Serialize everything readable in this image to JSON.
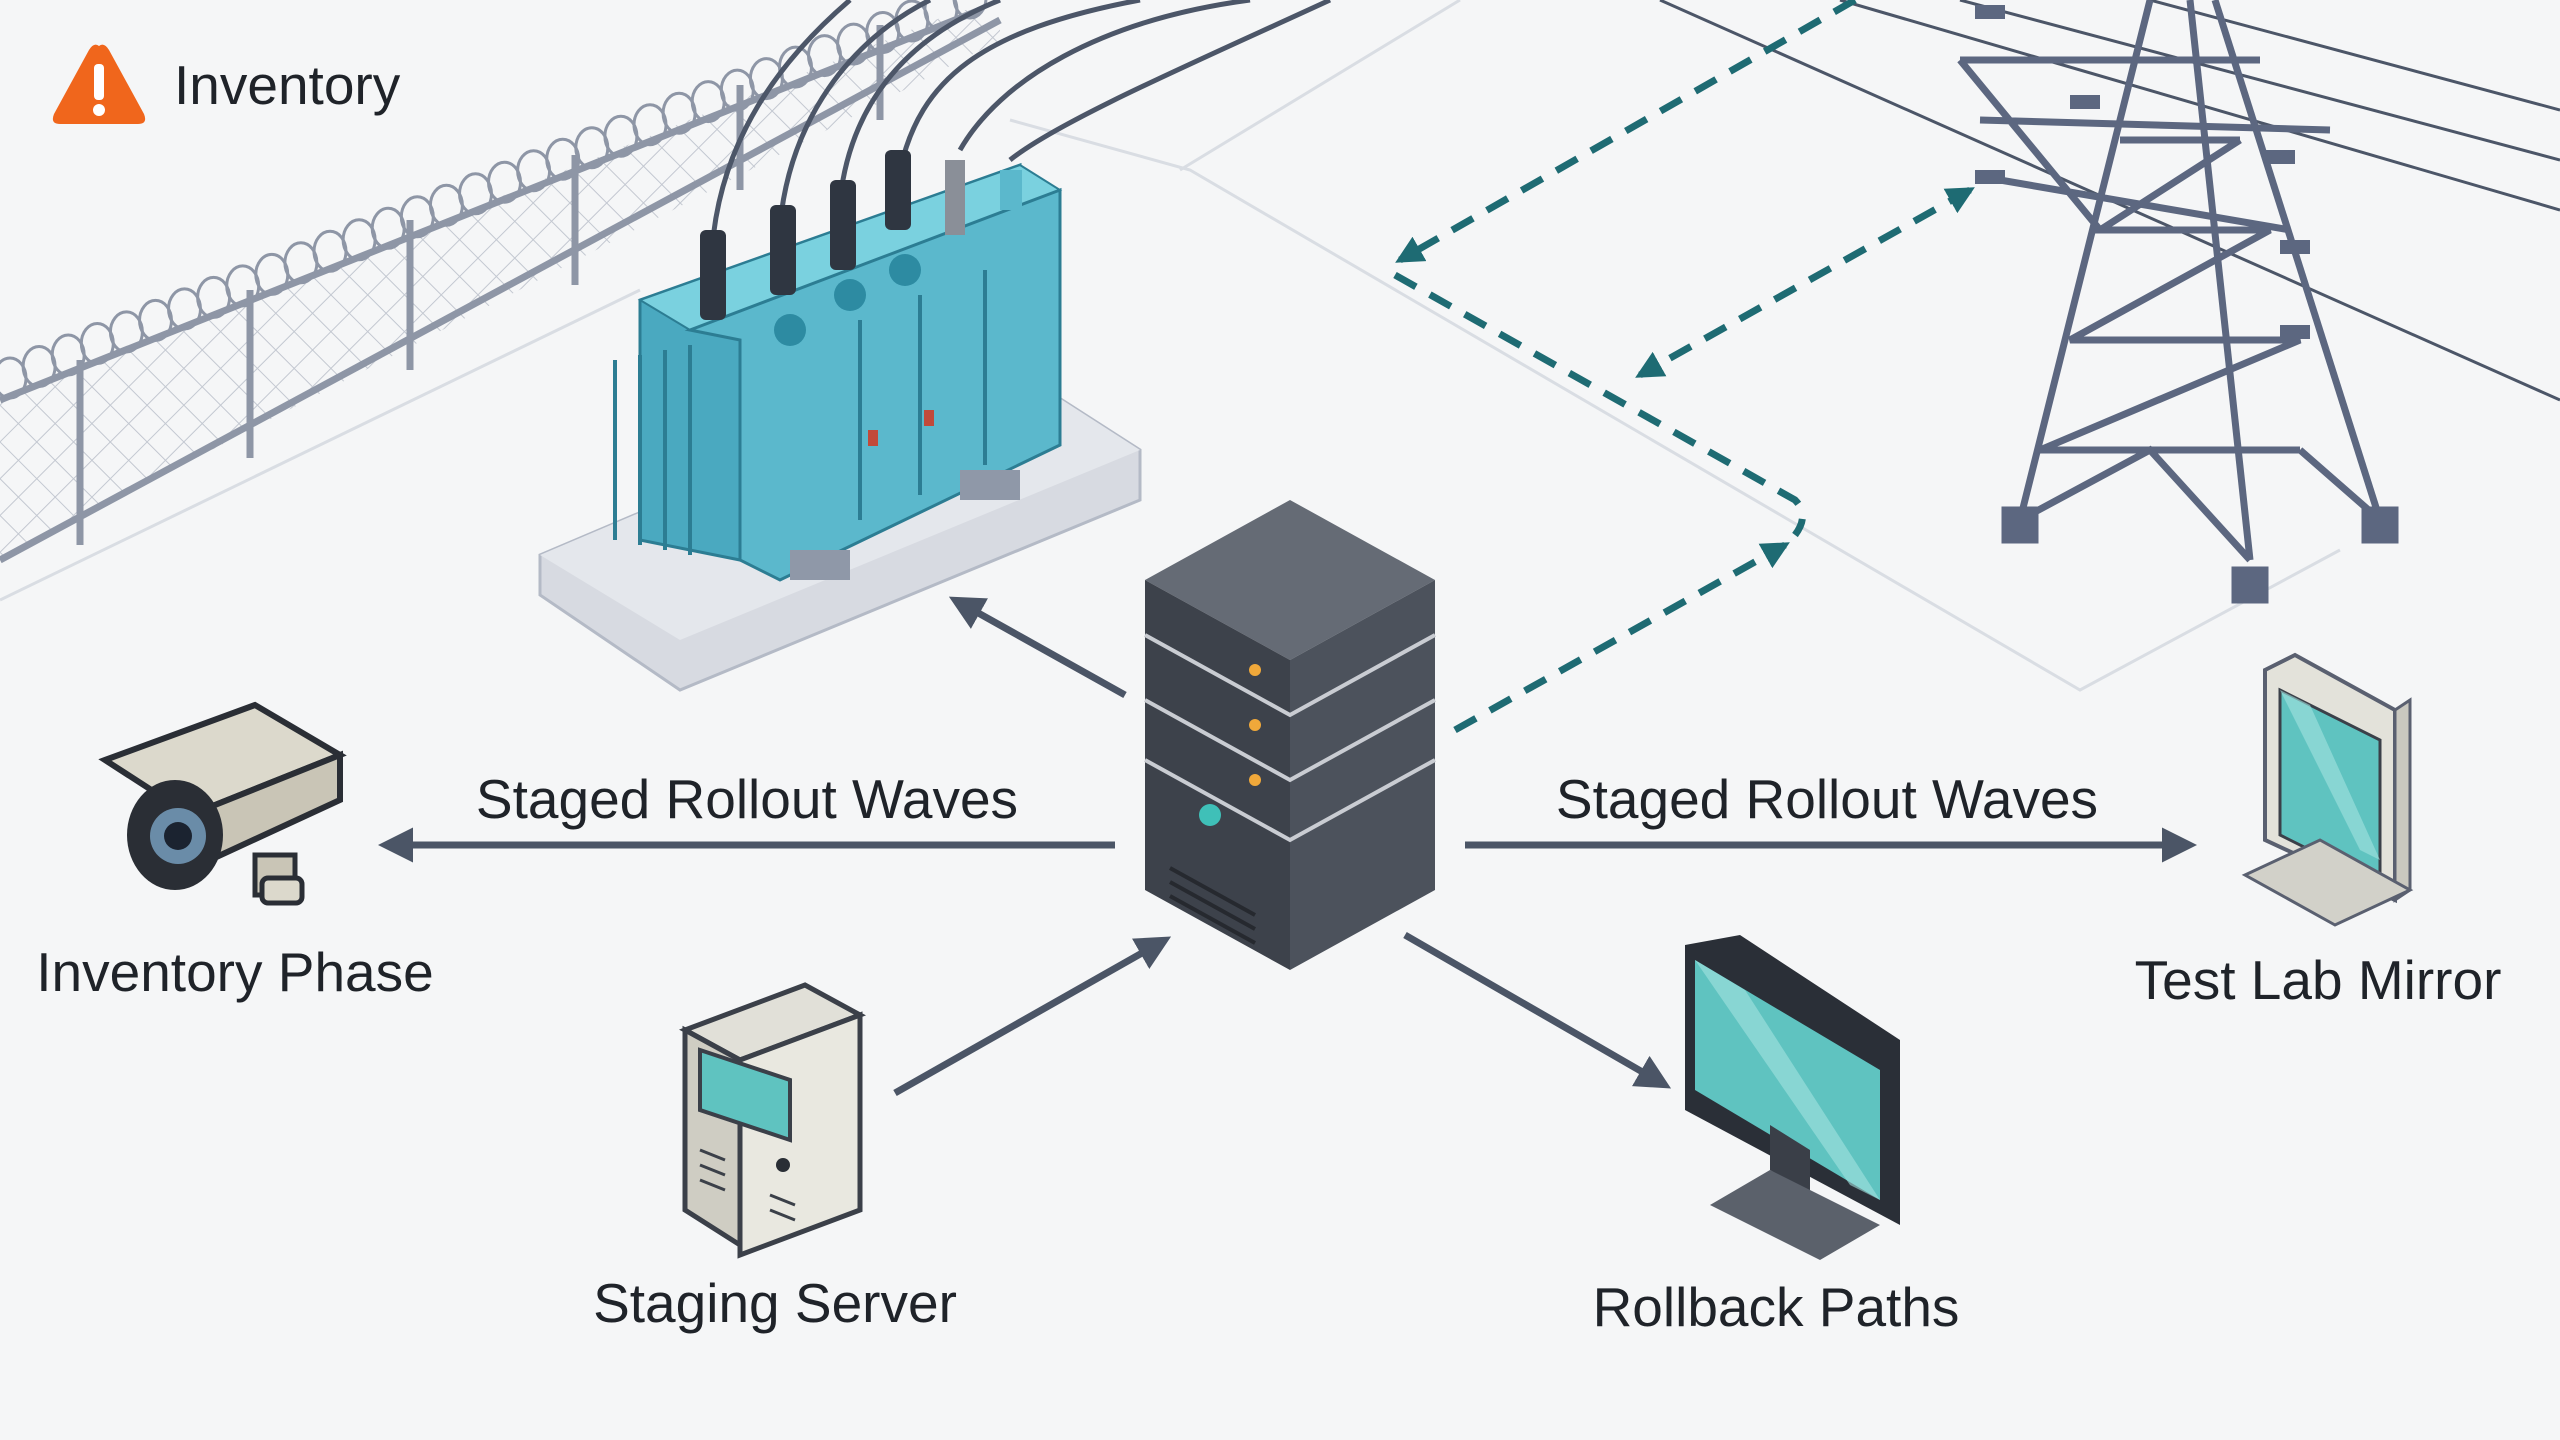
{
  "header": {
    "title": "Inventory",
    "icon": "warning-icon"
  },
  "labels": {
    "arrow_left": "Staged Rollout Waves",
    "arrow_right": "Staged Rollout Waves",
    "camera": "Inventory Phase",
    "staging": "Staging Server",
    "rollback": "Rollback Paths",
    "kiosk": "Test Lab Mirror"
  },
  "colors": {
    "warning": "#f0661c",
    "teal": "#4ec2c4",
    "transformer": "#5bb8cc",
    "server": "#4c525c",
    "arrow": "#4b5566",
    "dashed": "#1e6b73",
    "fence": "#8e96a6",
    "tower": "#5c6780"
  }
}
